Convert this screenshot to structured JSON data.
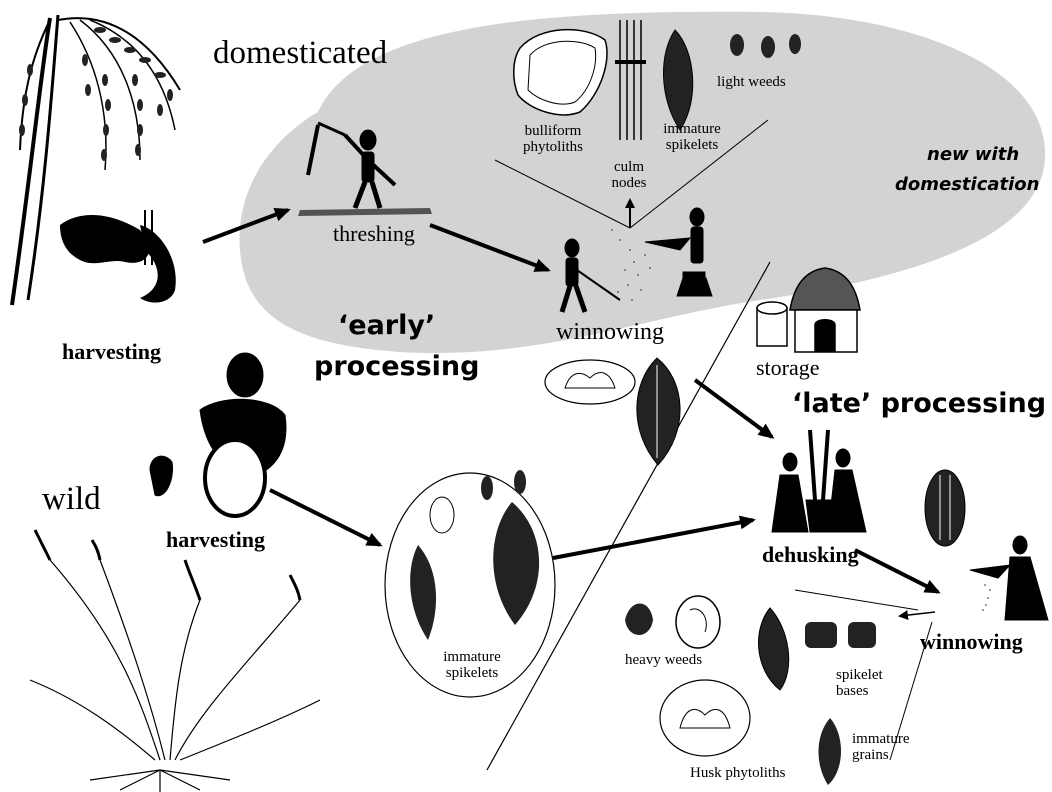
{
  "labels": {
    "domesticated": "domesticated",
    "wild": "wild",
    "harvesting_domesticated": "harvesting",
    "harvesting_wild": "harvesting",
    "threshing": "threshing",
    "winnowing_early": "winnowing",
    "storage": "storage",
    "early_processing_line1": "‘early’",
    "early_processing_line2": "processing",
    "late_processing": "‘late’ processing",
    "new_with_domestication_line1": "new with",
    "new_with_domestication_line2": "domestication",
    "dehusking": "dehusking",
    "winnowing_late": "winnowing",
    "bulliform_phytoliths": "bulliform phytoliths",
    "culm_nodes": "culm nodes",
    "immature_spikelets_top": "immature spikelets",
    "light_weeds": "light weeds",
    "immature_spikelets_wild": "immature spikelets",
    "heavy_weeds": "heavy weeds",
    "spikelet_bases": "spikelet bases",
    "immature_grains": "immature grains",
    "husk_phytoliths": "Husk phytoliths"
  },
  "icons": [
    "rice-panicle-icon",
    "sickle-hand-icon",
    "threshing-figure-icon",
    "winnowing-figures-icon",
    "granary-icon",
    "basket-harvester-icon",
    "wild-grass-icon",
    "pounding-women-icon",
    "winnowing-woman-icon",
    "spikelet-icon",
    "grain-icon",
    "phytolith-icon",
    "culm-node-icon"
  ],
  "colors": {
    "domestication_zone": "#d3d3d3",
    "ink": "#000000",
    "background": "#ffffff"
  }
}
